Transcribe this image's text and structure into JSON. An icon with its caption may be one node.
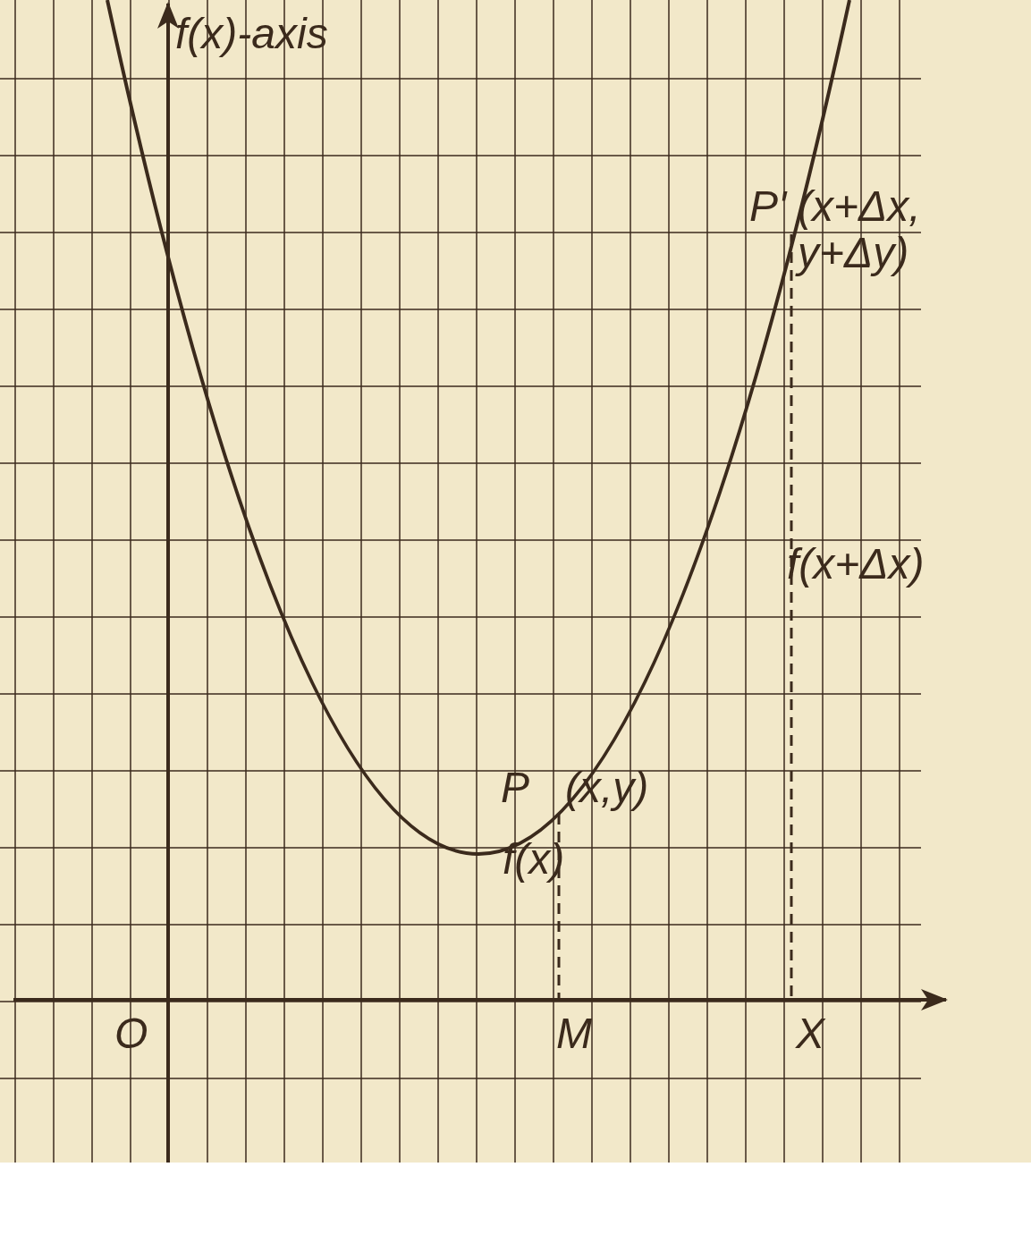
{
  "diagram": {
    "labels": [
      "f(x)-axis",
      "P'",
      "(x+Δx, y+Δy)",
      "f(x+Δx)",
      "P",
      "(x,y)",
      "f(x)",
      "O",
      "M",
      "X"
    ]
  }
}
